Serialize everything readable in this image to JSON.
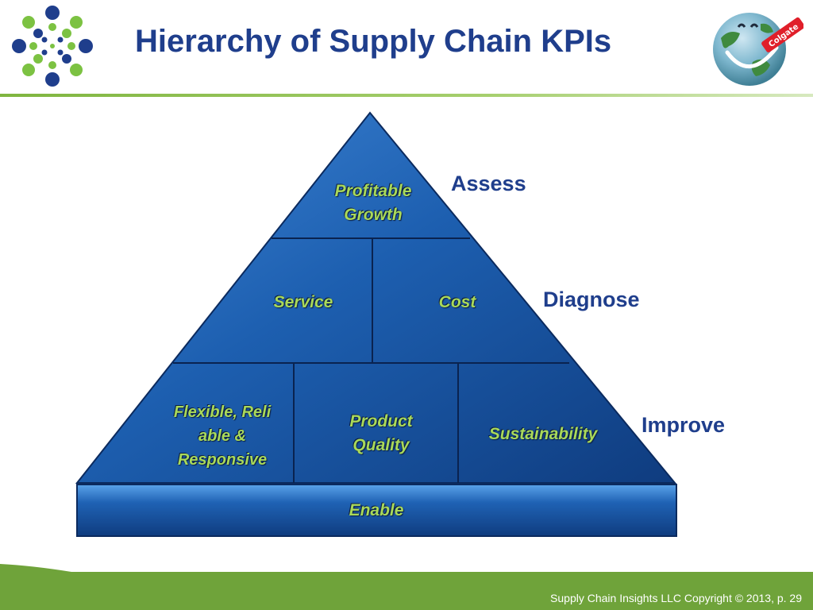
{
  "slide": {
    "title": "Hierarchy of Supply Chain KPIs",
    "footer": "Supply Chain Insights LLC Copyright © 2013, p. 29"
  },
  "pyramid": {
    "tier1": {
      "label_line1": "Profitable",
      "label_line2": "Growth"
    },
    "tier2": {
      "service": "Service",
      "cost": "Cost"
    },
    "tier3": {
      "flex_line1": "Flexible, Reli",
      "flex_line2": "able &",
      "flex_line3": "Responsive",
      "quality_line1": "Product",
      "quality_line2": "Quality",
      "sustainability": "Sustainability"
    },
    "base": "Enable"
  },
  "levels": {
    "assess": "Assess",
    "diagnose": "Diagnose",
    "improve": "Improve"
  },
  "logos": {
    "right_brand_text": "Colgate"
  },
  "colors": {
    "title": "#1f3e8c",
    "pyramid_fill": "#1d5fb0",
    "label_green": "#a9d95a",
    "accent_green": "#6fa33a"
  }
}
